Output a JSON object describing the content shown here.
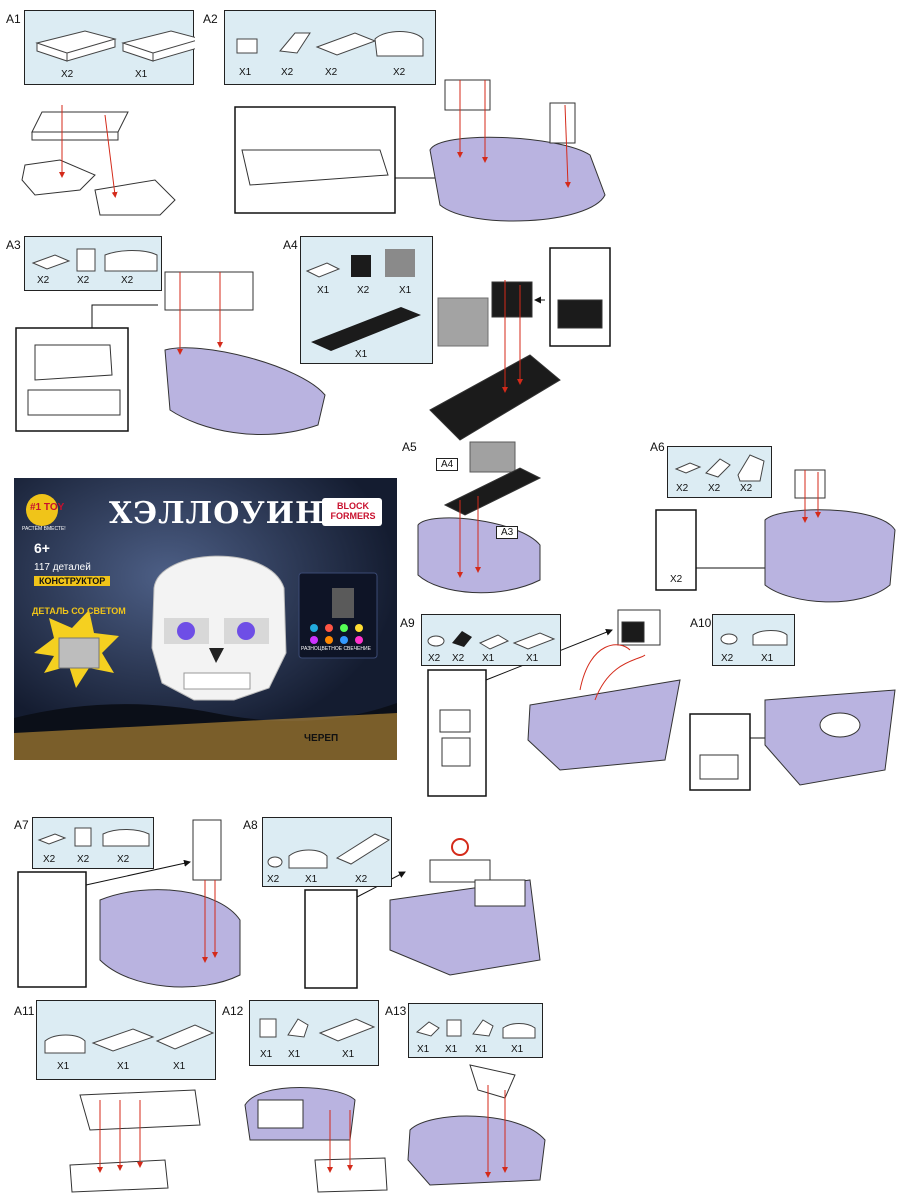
{
  "steps": {
    "a1": {
      "label": "A1",
      "qty": [
        "X2",
        "X1"
      ]
    },
    "a2": {
      "label": "A2",
      "qty": [
        "X1",
        "X2",
        "X2",
        "X2"
      ]
    },
    "a3": {
      "label": "A3",
      "qty": [
        "X2",
        "X2",
        "X2"
      ]
    },
    "a4": {
      "label": "A4",
      "qty": [
        "X1",
        "X2",
        "X1",
        "X1"
      ]
    },
    "a5": {
      "label": "A5",
      "ref_a4": "A4",
      "ref_a3": "A3"
    },
    "a6": {
      "label": "A6",
      "qty": [
        "X2",
        "X2",
        "X2"
      ],
      "callout_qty": "X2"
    },
    "a7": {
      "label": "A7",
      "qty": [
        "X2",
        "X2",
        "X2"
      ]
    },
    "a8": {
      "label": "A8",
      "qty": [
        "X2",
        "X1",
        "X2"
      ]
    },
    "a9": {
      "label": "A9",
      "qty": [
        "X2",
        "X2",
        "X1",
        "X1"
      ]
    },
    "a10": {
      "label": "A10",
      "qty": [
        "X2",
        "X1"
      ]
    },
    "a11": {
      "label": "A11",
      "qty": [
        "X1",
        "X1",
        "X1"
      ]
    },
    "a12": {
      "label": "A12",
      "qty": [
        "X1",
        "X1",
        "X1"
      ]
    },
    "a13": {
      "label": "A13",
      "qty": [
        "X1",
        "X1",
        "X1",
        "X1"
      ]
    }
  },
  "cover": {
    "brand_logo": "#1 TOY",
    "brand_tagline": "РАСТЁМ ВМЕСТЕ!",
    "title": "ХЭЛЛОУИН",
    "series_logo": "BLOCK FORMERS",
    "age": "6+",
    "pieces": "117 деталей",
    "kind": "КОНСТРУКТОР",
    "light_part": "ДЕТАЛЬ СО СВЕТОМ",
    "multicolor": "РАЗНОЦВЕТНОЕ СВЕЧЕНИЕ",
    "model_name": "ЧЕРЕП"
  },
  "colors": {
    "parts_bg": "#dcecf3",
    "build_purple": "#b9b3e0",
    "arrow_red": "#d42a1a",
    "brick_dark": "#1b1b1b"
  }
}
